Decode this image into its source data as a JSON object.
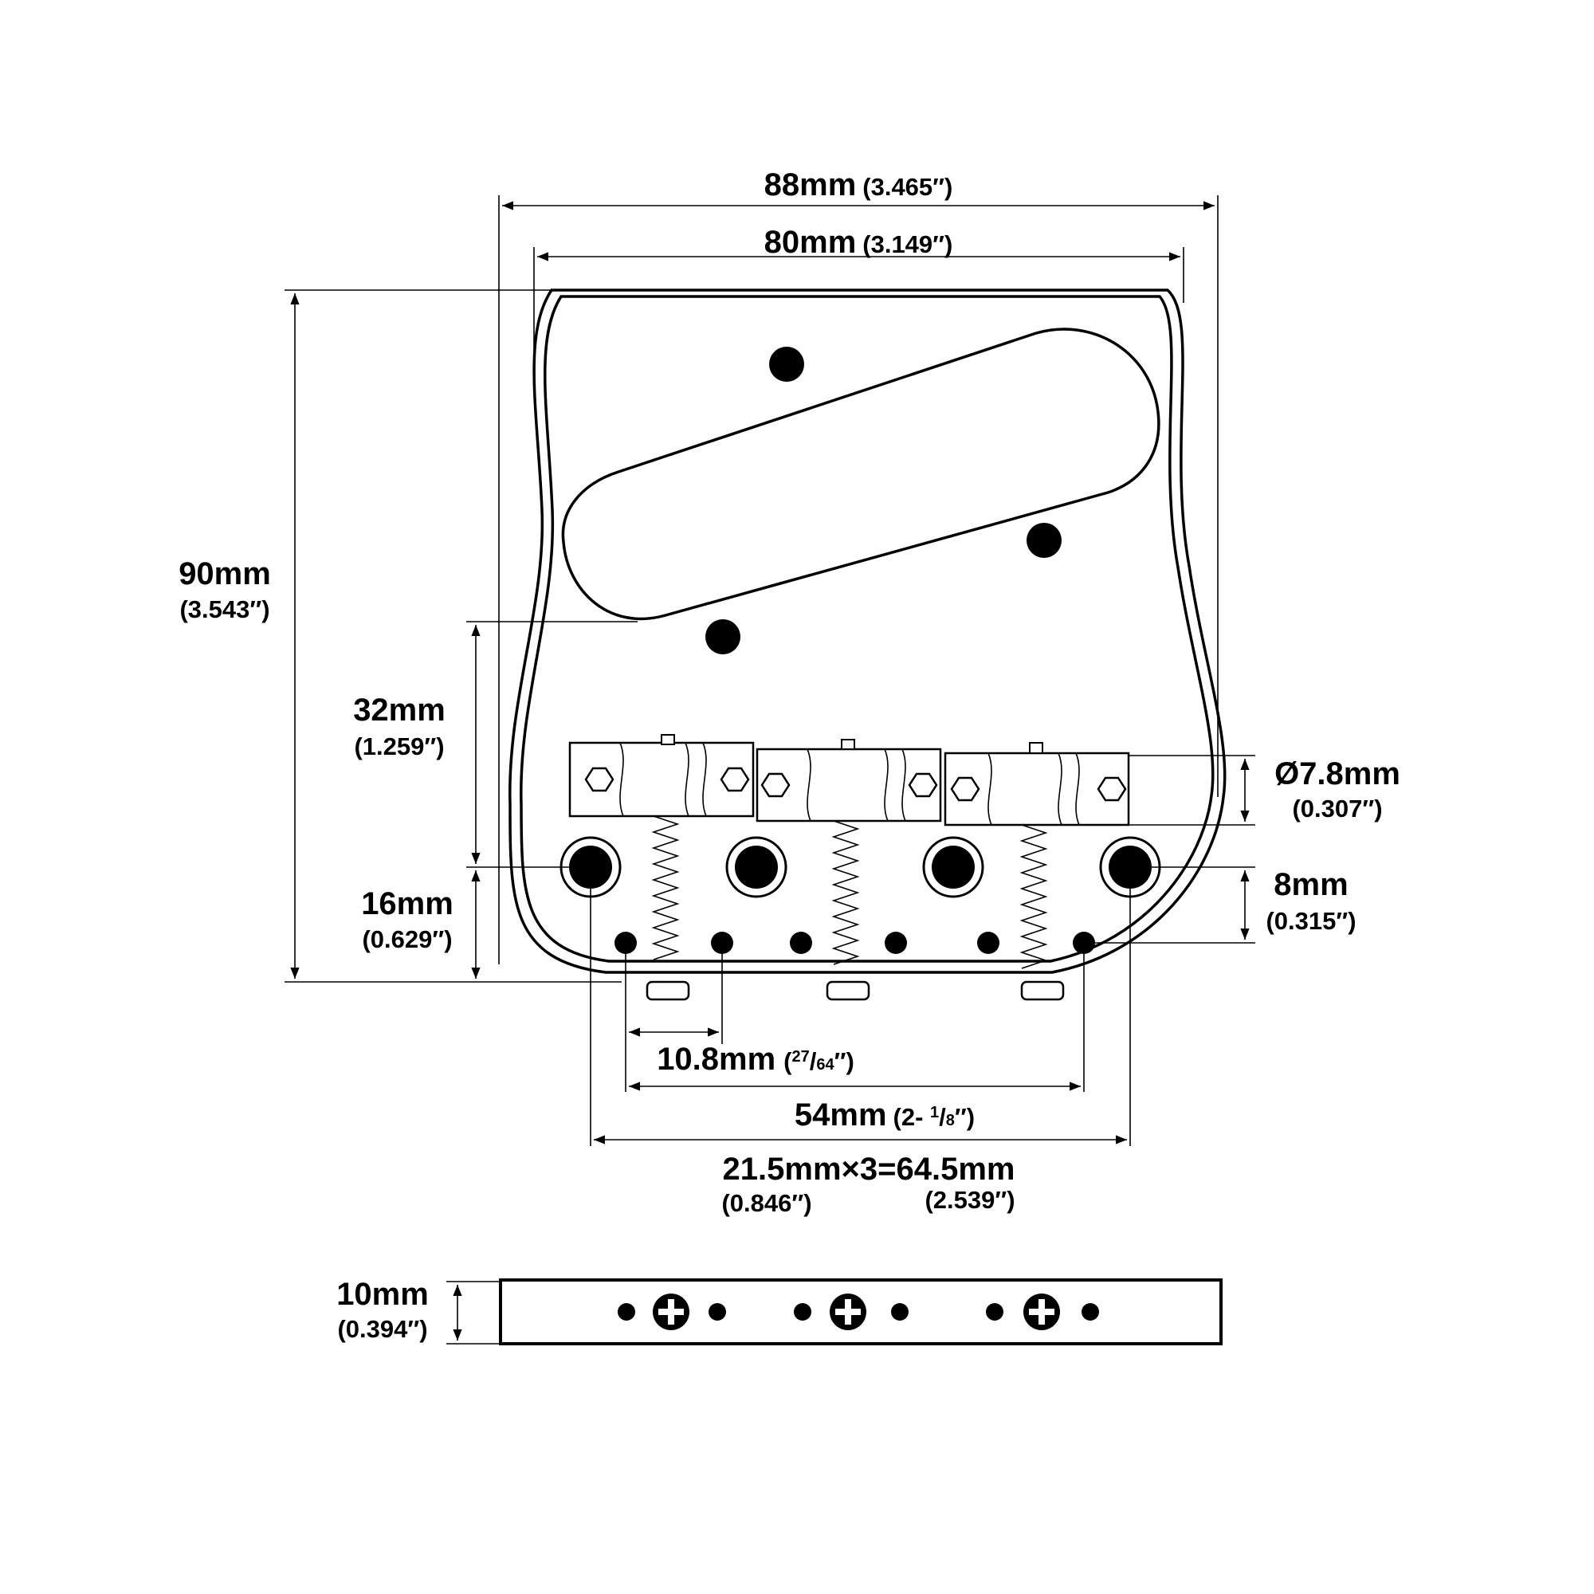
{
  "dimensions": {
    "overall_width": {
      "metric": "88mm",
      "imperial": "(3.465″)"
    },
    "plate_width": {
      "metric": "80mm",
      "imperial": "(3.149″)"
    },
    "overall_height": {
      "metric": "90mm",
      "imperial": "(3.543″)"
    },
    "pickup_to_holes": {
      "metric": "32mm",
      "imperial": "(1.259″)"
    },
    "holes_to_bottom": {
      "metric": "16mm",
      "imperial": "(0.629″)"
    },
    "saddle_diameter": {
      "metric": "Ø7.8mm",
      "imperial": "(0.307″)"
    },
    "row_spacing": {
      "metric": "8mm",
      "imperial": "(0.315″)"
    },
    "small_hole_spacing": {
      "metric": "10.8mm",
      "imperial_prefix": "(",
      "imperial_num": "27",
      "imperial_sep": "/",
      "imperial_den": "64",
      "imperial_suffix": "″)"
    },
    "outer_small_holes": {
      "metric": "54mm",
      "imperial_prefix": "(2- ",
      "imperial_num": "1",
      "imperial_sep": "/",
      "imperial_den": "8",
      "imperial_suffix": "″)"
    },
    "string_spacing": {
      "metric": "21.5mm×3=64.5mm",
      "imperial_a": "(0.846″)",
      "imperial_b": "(2.539″)"
    },
    "side_height": {
      "metric": "10mm",
      "imperial": "(0.394″)"
    }
  },
  "colors": {
    "ink": "#000000",
    "paper": "#ffffff"
  }
}
